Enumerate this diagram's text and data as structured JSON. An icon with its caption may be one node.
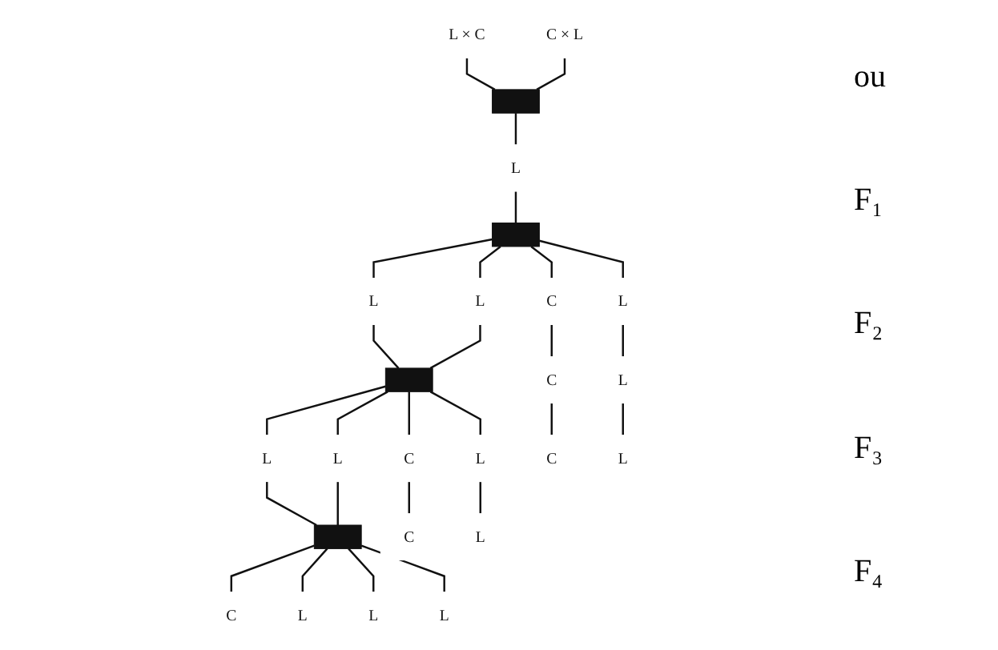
{
  "diagram": {
    "nodes": [
      {
        "text": [
          "L × C"
        ]
      },
      {
        "text": [
          "C × L"
        ]
      },
      {
        "text": [],
        "shape": "bar"
      },
      {
        "text": [
          "L"
        ]
      },
      {
        "text": [],
        "shape": "bar"
      },
      {
        "text": [
          "C"
        ]
      },
      {
        "text": [
          "L"
        ]
      },
      {
        "text": [
          "L"
        ]
      },
      {
        "text": [
          "L"
        ]
      },
      {
        "text": [],
        "shape": "bar"
      },
      {
        "text": [
          "C"
        ]
      },
      {
        "text": [
          "C"
        ]
      },
      {
        "text": [
          "L"
        ]
      },
      {
        "text": [
          "L"
        ]
      },
      {
        "text": [
          "L"
        ]
      },
      {
        "text": [
          "L"
        ]
      },
      {
        "text": [],
        "shape": "bar"
      },
      {
        "text": [
          "C"
        ]
      },
      {
        "text": [
          "C"
        ]
      },
      {
        "text": [
          "C"
        ]
      },
      {
        "text": [
          "L"
        ]
      },
      {
        "text": [
          "L"
        ]
      },
      {
        "text": [
          "L"
        ]
      },
      {
        "text": [
          "L"
        ]
      },
      {
        "text": [
          "L"
        ]
      }
    ],
    "edges": [
      {
        "from": 0,
        "to": 2,
        "arrow": "none"
      },
      {
        "from": 1,
        "to": 2,
        "arrow": "none"
      },
      {
        "from": 2,
        "to": 3,
        "arrow": "none"
      },
      {
        "from": 3,
        "to": 4,
        "arrow": "none"
      },
      {
        "from": 4,
        "to": 5,
        "arrow": "none"
      },
      {
        "from": 4,
        "to": 6,
        "arrow": "none"
      },
      {
        "from": 4,
        "to": 7,
        "arrow": "none"
      },
      {
        "from": 4,
        "to": 8,
        "arrow": "none"
      },
      {
        "from": 5,
        "to": 10,
        "arrow": "none"
      },
      {
        "from": 6,
        "to": 9,
        "arrow": "none"
      },
      {
        "from": 7,
        "to": 9,
        "arrow": "none"
      },
      {
        "from": 9,
        "to": 11,
        "arrow": "none"
      },
      {
        "from": 9,
        "to": 12,
        "arrow": "none"
      },
      {
        "from": 9,
        "to": 13,
        "arrow": "none"
      },
      {
        "from": 9,
        "to": 14,
        "arrow": "none"
      },
      {
        "from": 8,
        "to": 15,
        "arrow": "none"
      },
      {
        "from": 10,
        "to": 17,
        "arrow": "none"
      },
      {
        "from": 11,
        "to": 18,
        "arrow": "none"
      },
      {
        "from": 12,
        "to": 16,
        "arrow": "none"
      },
      {
        "from": 13,
        "to": 16,
        "arrow": "none"
      },
      {
        "from": 16,
        "to": 19,
        "arrow": "none"
      },
      {
        "from": 16,
        "to": 20,
        "arrow": "none"
      },
      {
        "from": 16,
        "to": 21,
        "arrow": "none"
      },
      {
        "from": 16,
        "to": 22,
        "arrow": "none"
      },
      {
        "from": 14,
        "to": 23,
        "arrow": "none"
      },
      {
        "from": 15,
        "to": 24,
        "arrow": "none"
      }
    ],
    "labels": [
      "ou",
      "F₁",
      "F₂",
      "F₃",
      "F₄"
    ]
  }
}
